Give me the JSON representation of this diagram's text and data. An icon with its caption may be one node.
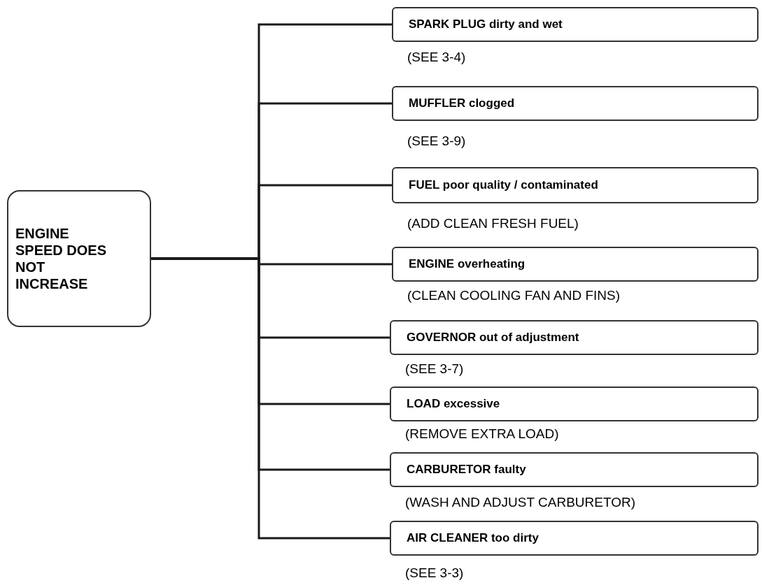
{
  "diagram": {
    "nodes": [
      {
        "text": [
          "ENGINE SPEED DOES NOT INCREASE"
        ]
      },
      {
        "text": [
          "SPARK PLUG dirty and wet"
        ],
        "beside": [
          "(SEE 3-4)"
        ]
      },
      {
        "text": [
          "MUFFLER clogged"
        ],
        "beside": [
          "(SEE 3-9)"
        ]
      },
      {
        "text": [
          "FUEL poor quality / contaminated"
        ],
        "beside": [
          "(ADD CLEAN FRESH FUEL)"
        ]
      },
      {
        "text": [
          "ENGINE overheating"
        ],
        "beside": [
          "(CLEAN COOLING FAN AND FINS)"
        ]
      },
      {
        "text": [
          "GOVERNOR out of adjustment"
        ],
        "beside": [
          "(SEE 3-7)"
        ]
      },
      {
        "text": [
          "LOAD excessive"
        ],
        "beside": [
          "(REMOVE EXTRA LOAD)"
        ]
      },
      {
        "text": [
          "CARBURETOR faulty"
        ],
        "beside": [
          "(WASH AND ADJUST CARBURETOR)"
        ]
      },
      {
        "text": [
          "AIR CLEANER too dirty"
        ],
        "beside": [
          "(SEE 3-3)"
        ]
      }
    ],
    "edges": [
      {
        "from": 0,
        "to": 1,
        "arrow": "none"
      },
      {
        "from": 0,
        "to": 2,
        "arrow": "none"
      },
      {
        "from": 0,
        "to": 3,
        "arrow": "none"
      },
      {
        "from": 0,
        "to": 4,
        "arrow": "none"
      },
      {
        "from": 0,
        "to": 5,
        "arrow": "none"
      },
      {
        "from": 0,
        "to": 6,
        "arrow": "none"
      },
      {
        "from": 0,
        "to": 7,
        "arrow": "none"
      },
      {
        "from": 0,
        "to": 8,
        "arrow": "none"
      }
    ]
  }
}
